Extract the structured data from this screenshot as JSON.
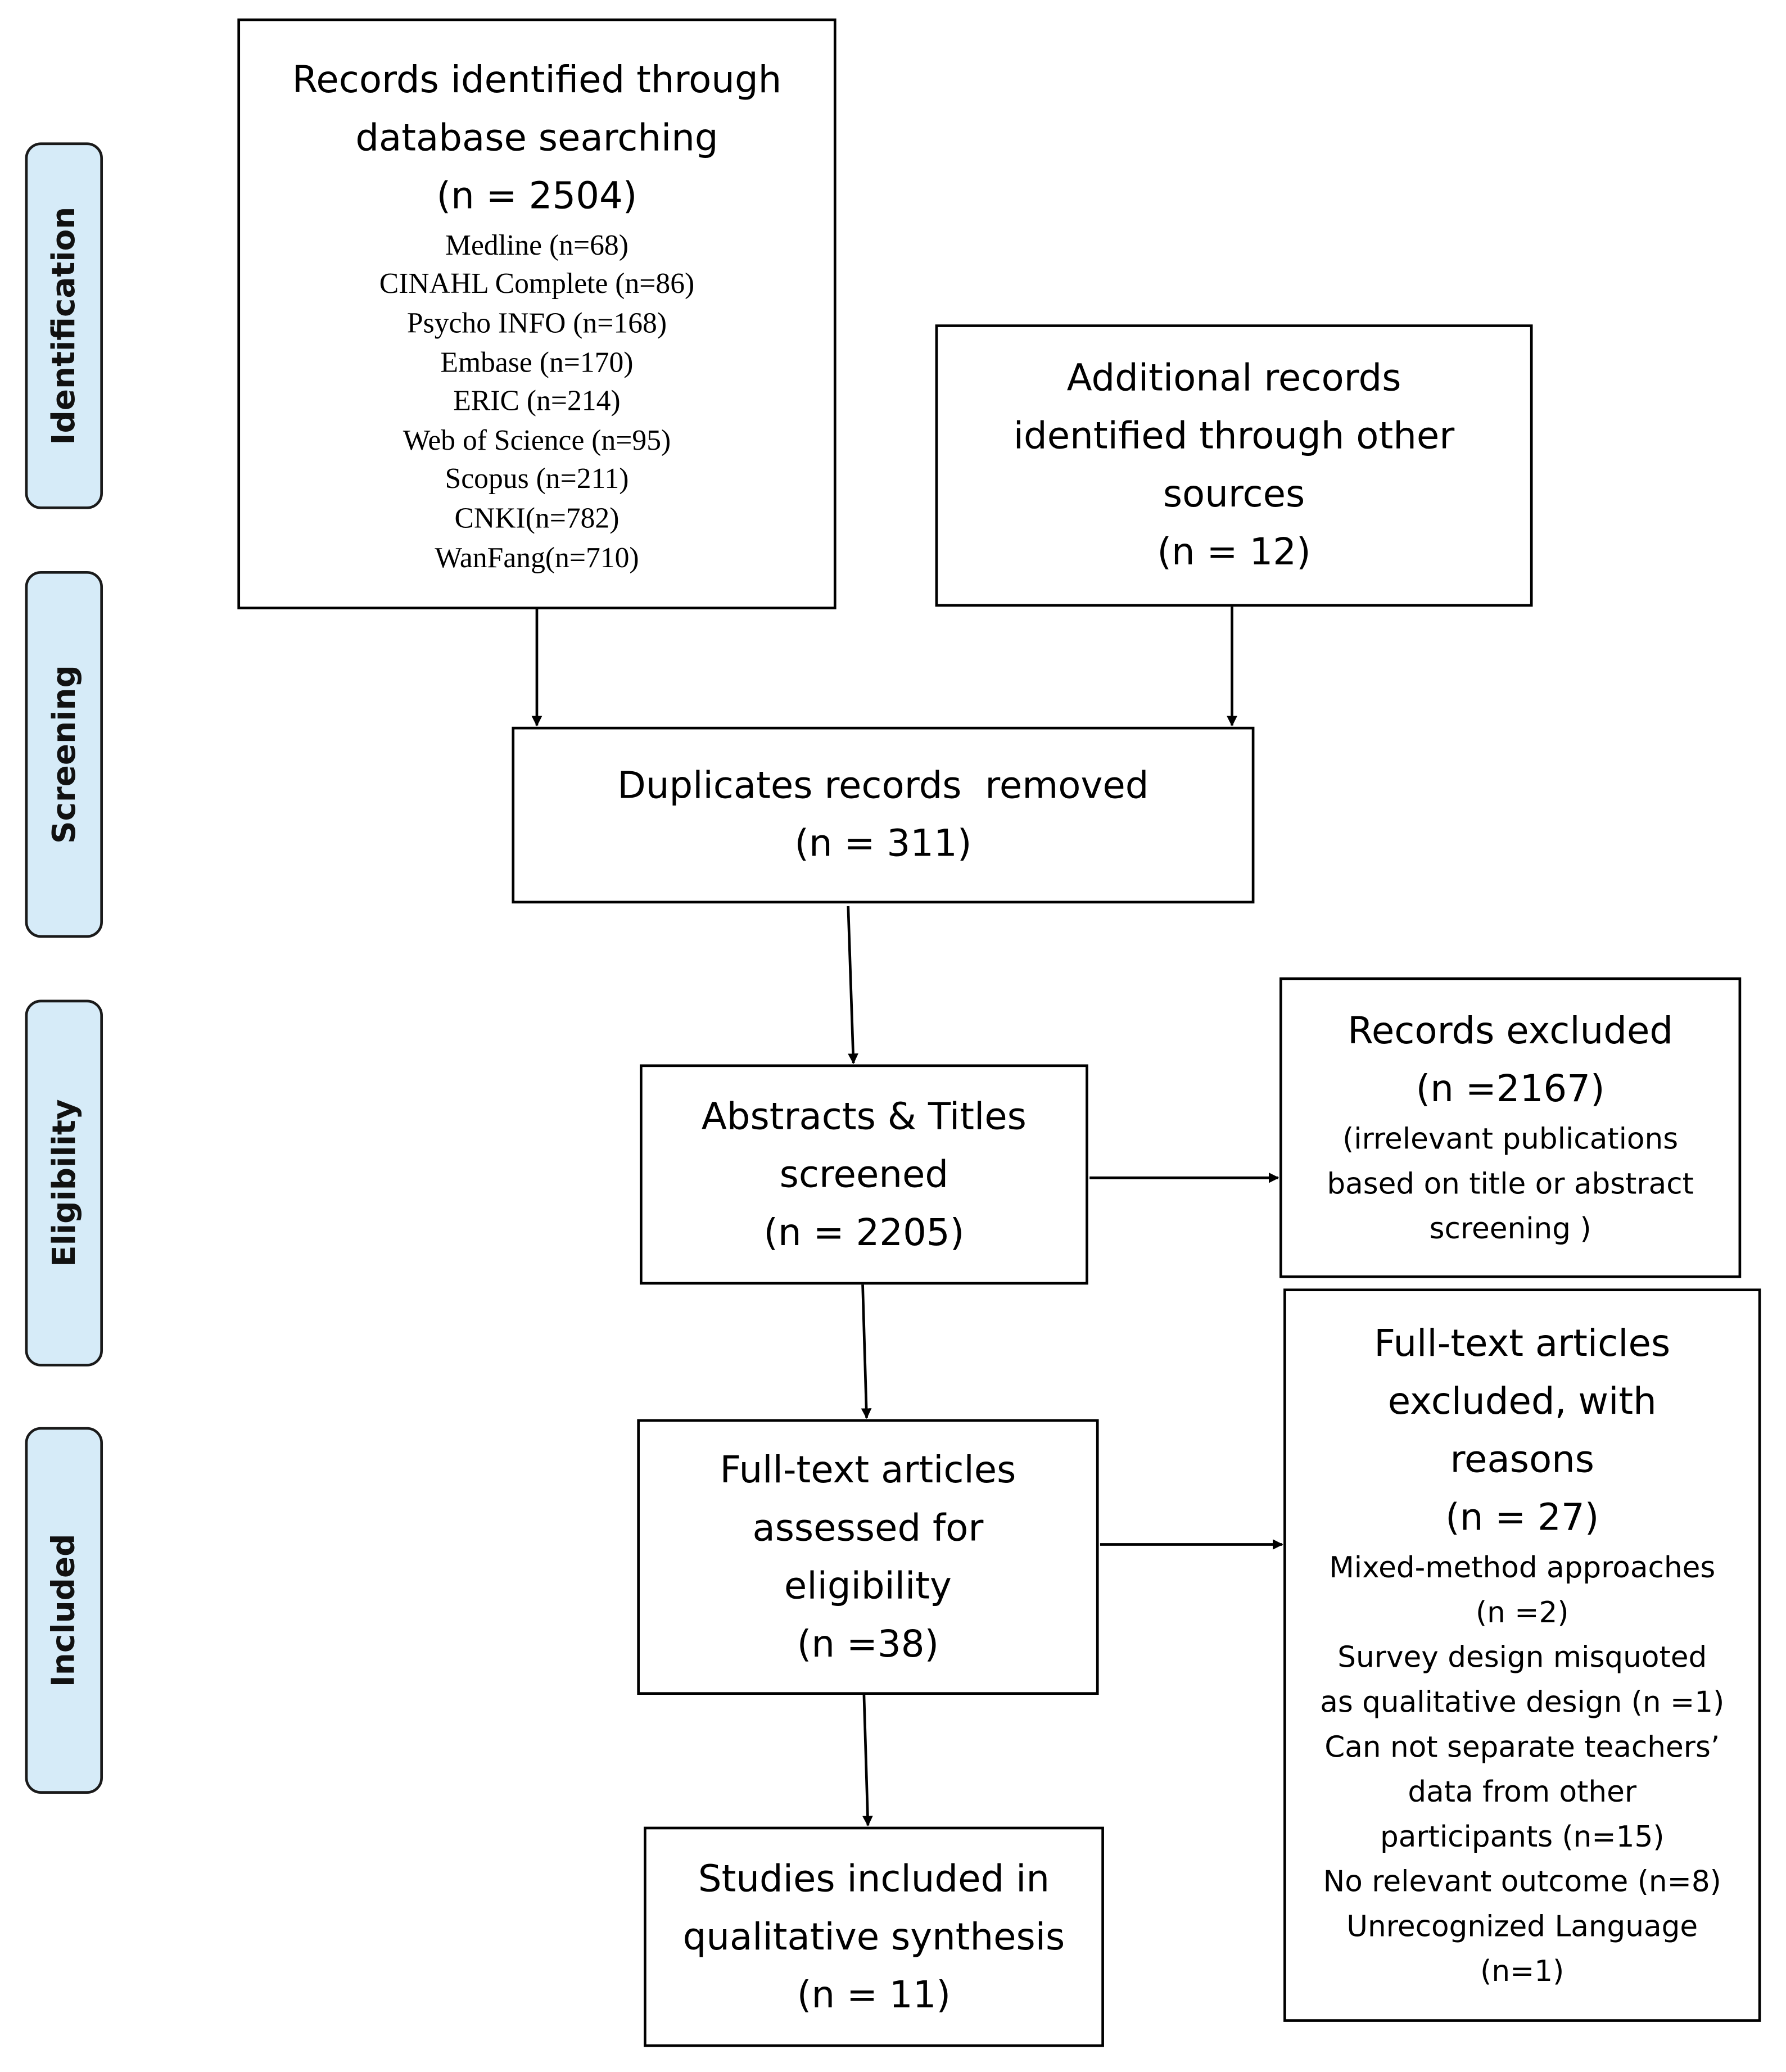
{
  "stages": {
    "identification": "Identification",
    "screening": "Screening",
    "eligibility": "Eligibility",
    "included": "Included"
  },
  "records_identified": {
    "title_lines": [
      "Records identified through",
      "database searching",
      "(n = 2504)"
    ],
    "sources": [
      "Medline (n=68)",
      "CINAHL Complete (n=86)",
      "Psycho INFO (n=168)",
      "Embase (n=170)",
      "ERIC (n=214)",
      "Web of Science (n=95)",
      "Scopus (n=211)",
      "CNKI(n=782)",
      "WanFang(n=710)"
    ]
  },
  "additional_records": {
    "lines": [
      "Additional records",
      "identified through other",
      "sources",
      "(n = 12)"
    ]
  },
  "duplicates_removed": {
    "lines": [
      "Duplicates records  removed",
      "(n = 311)"
    ]
  },
  "abstracts_screened": {
    "lines": [
      "Abstracts & Titles",
      "screened",
      "(n = 2205)"
    ]
  },
  "records_excluded": {
    "title_lines": [
      "Records excluded",
      "(n =2167)"
    ],
    "detail_lines": [
      "(irrelevant publications",
      "based on title or abstract",
      "screening )"
    ]
  },
  "fulltext_assessed": {
    "lines": [
      "Full-text articles",
      "assessed for",
      "eligibility",
      "(n =38)"
    ]
  },
  "fulltext_excluded": {
    "title_lines": [
      "Full-text articles",
      "excluded, with",
      "reasons",
      "(n = 27)"
    ],
    "reason_lines": [
      "Mixed-method approaches",
      "(n =2)",
      "Survey design misquoted",
      "as qualitative design (n =1)",
      "Can not separate teachers’",
      "data from other",
      "participants (n=15)",
      "No relevant outcome (n=8)",
      "Unrecognized Language",
      "(n=1)"
    ]
  },
  "studies_included": {
    "lines": [
      "Studies included in",
      "qualitative synthesis",
      "(n = 11)"
    ]
  }
}
